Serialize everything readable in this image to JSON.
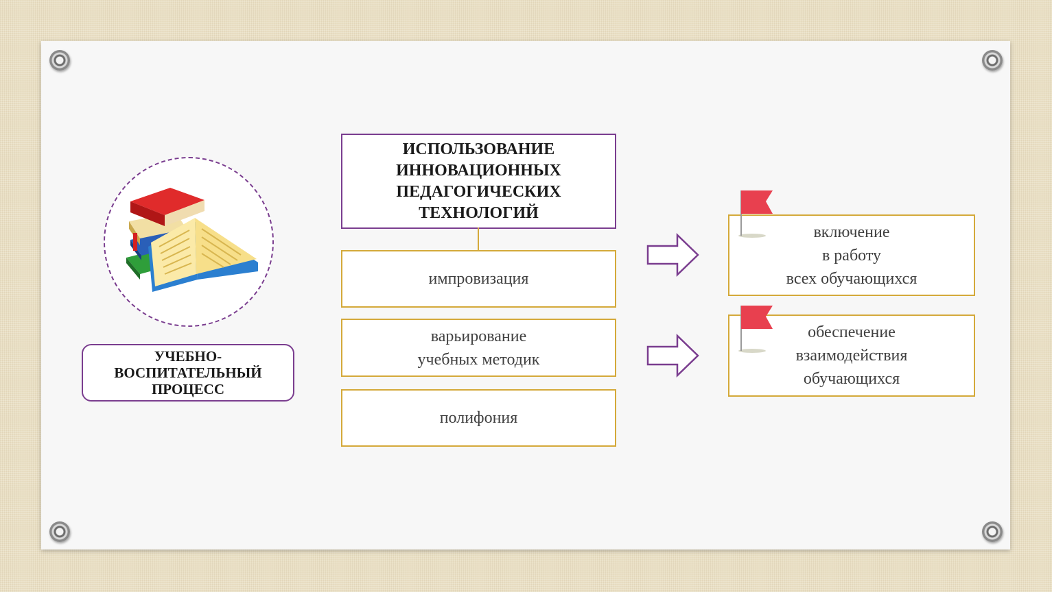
{
  "diagram": {
    "left": {
      "image_icon": "books-icon",
      "label": "УЧЕБНО-\nВОСПИТАТЕЛЬНЫЙ\nПРОЦЕСС"
    },
    "center": {
      "title": "ИСПОЛЬЗОВАНИЕ\nИННОВАЦИОННЫХ\nПЕДАГОГИЧЕСКИХ\nТЕХНОЛОГИЙ",
      "methods": [
        "импровизация",
        "варьирование\nучебных методик",
        "полифония"
      ]
    },
    "results": [
      "включение\nв работу\nвсех обучающихся",
      "обеспечение\nвзаимодействия\nобучающихся"
    ]
  },
  "colors": {
    "purple": "#7a3d8f",
    "gold": "#d4a93a",
    "flag_red": "#e8404f"
  },
  "icons": [
    "rivet-icon",
    "books-icon",
    "arrow-right-icon",
    "flag-icon"
  ]
}
